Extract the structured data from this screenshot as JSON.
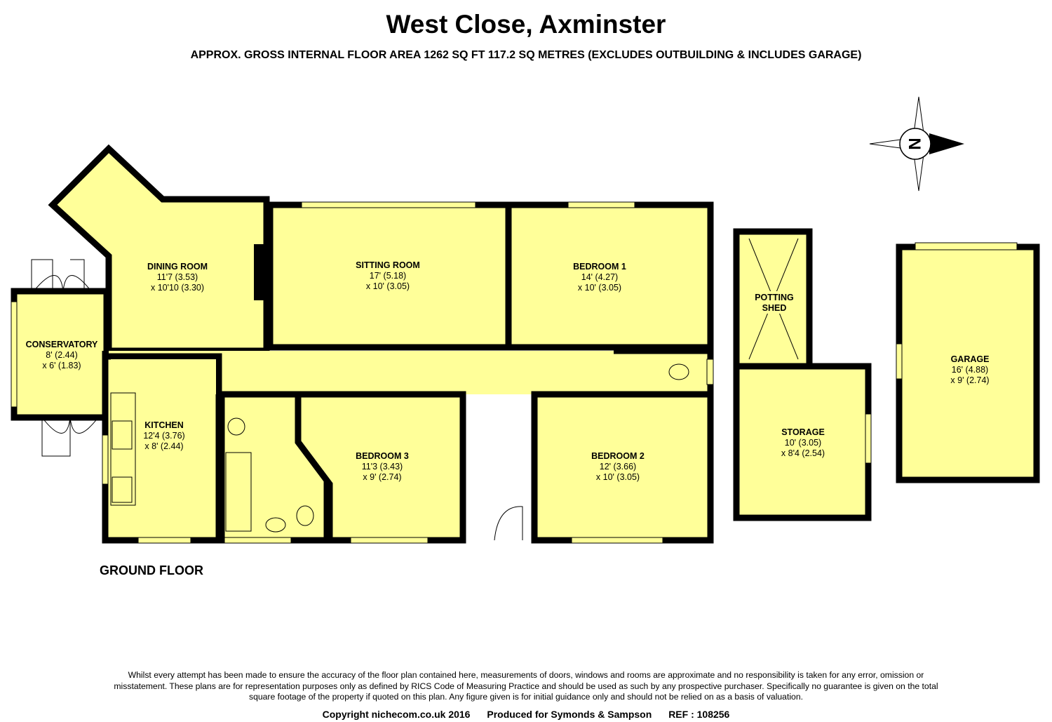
{
  "header": {
    "title": "West Close, Axminster",
    "subtitle": "APPROX. GROSS INTERNAL FLOOR AREA 1262 SQ FT 117.2 SQ METRES (EXCLUDES OUTBUILDING & INCLUDES GARAGE)"
  },
  "compass": {
    "letter": "N"
  },
  "floor_label": "GROUND FLOOR",
  "rooms": {
    "dining": {
      "name": "DINING ROOM",
      "dim1": "11'7 (3.53)",
      "dim2": "x 10'10 (3.30)"
    },
    "sitting": {
      "name": "SITTING ROOM",
      "dim1": "17' (5.18)",
      "dim2": "x 10' (3.05)"
    },
    "bedroom1": {
      "name": "BEDROOM 1",
      "dim1": "14' (4.27)",
      "dim2": "x 10' (3.05)"
    },
    "conservatory": {
      "name": "CONSERVATORY",
      "dim1": "8' (2.44)",
      "dim2": "x 6' (1.83)"
    },
    "kitchen": {
      "name": "KITCHEN",
      "dim1": "12'4 (3.76)",
      "dim2": "x 8' (2.44)"
    },
    "bedroom3": {
      "name": "BEDROOM 3",
      "dim1": "11'3 (3.43)",
      "dim2": "x 9' (2.74)"
    },
    "bedroom2": {
      "name": "BEDROOM 2",
      "dim1": "12' (3.66)",
      "dim2": "x 10' (3.05)"
    },
    "potting": {
      "name1": "POTTING",
      "name2": "SHED"
    },
    "storage": {
      "name": "STORAGE",
      "dim1": "10' (3.05)",
      "dim2": "x 8'4 (2.54)"
    },
    "garage": {
      "name": "GARAGE",
      "dim1": "16' (4.88)",
      "dim2": "x 9' (2.74)"
    }
  },
  "footer": {
    "disclaimer": "Whilst every attempt has been made to ensure the accuracy of the floor plan contained here, measurements of doors, windows and rooms are approximate and no responsibility is taken for any error, omission or misstatement. These plans are for representation purposes only as defined by RICS Code of Measuring Practice and should be used as such by any prospective purchaser. Specifically no guarantee is given on the total square footage of the property if quoted on this plan. Any figure given is for initial guidance only and should not be relied on as a basis of valuation.",
    "copyright": "Copyright nichecom.co.uk 2016",
    "produced": "Produced for Symonds & Sampson",
    "ref": "REF : 108256"
  },
  "colors": {
    "room_fill": "#ffff99",
    "wall": "#000000"
  }
}
